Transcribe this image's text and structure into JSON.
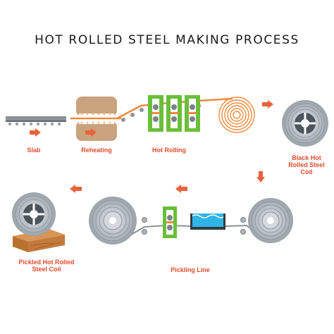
{
  "title": "HOT ROLLED STEEL MAKING PROCESS",
  "stages": {
    "slab": "Slab",
    "reheating": "Reheating",
    "hot_rolling": "Hot Rolling",
    "black_coil": [
      "Black Hot",
      "Rolled Steel",
      "Coil"
    ],
    "pickling_line": "Pickling Line",
    "pickled_coil": [
      "Pickled Hot Rolled",
      "Steel Coil"
    ]
  },
  "colors": {
    "accent": "#e24a2b",
    "arrow": "#e8633a",
    "strip_orange": "#f08a3c",
    "roller_green": "#6abf3a",
    "furnace_tan": "#c9a27e",
    "coil_gray": "#b9bec4",
    "coil_dark": "#4c555e",
    "water_blue": "#2fb5e6",
    "wood": "#c47a3d"
  }
}
